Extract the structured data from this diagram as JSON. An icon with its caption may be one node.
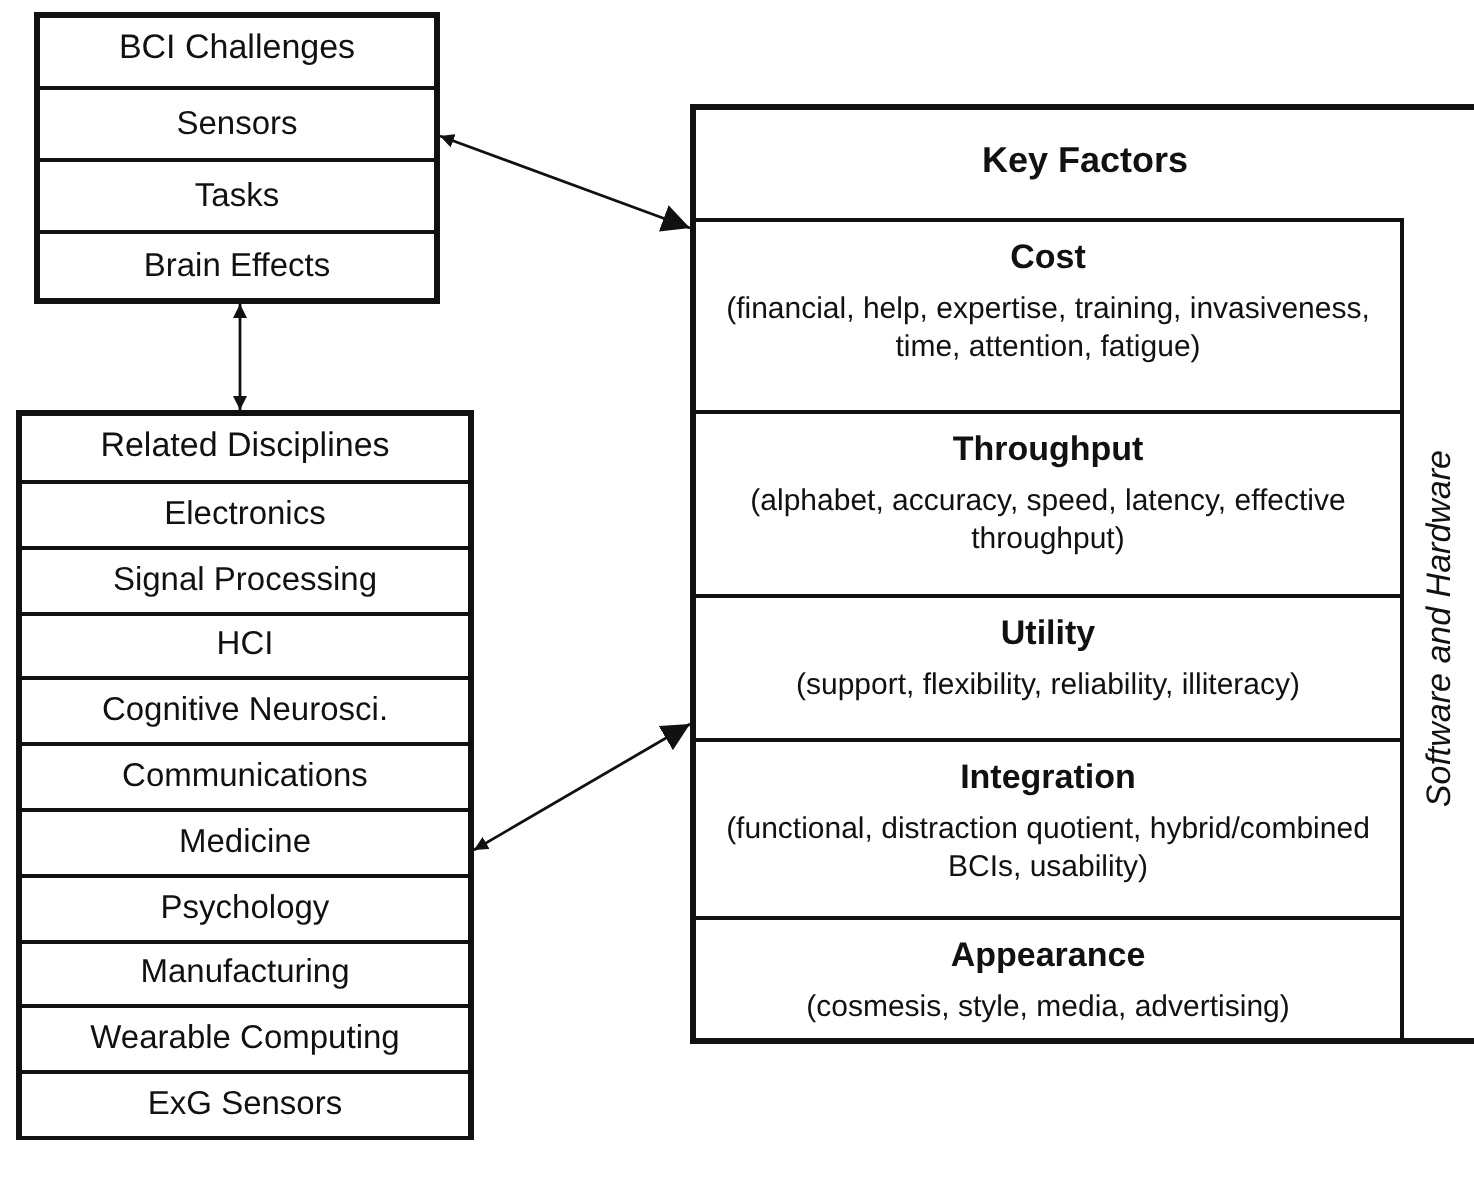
{
  "diagram": {
    "nodes": [
      {
        "text": [
          "BCI Challenges"
        ]
      },
      {
        "text": [
          "Sensors"
        ],
        "in": 0
      },
      {
        "text": [
          "Tasks"
        ],
        "in": 0
      },
      {
        "text": [
          "Brain Effects"
        ],
        "in": 0
      },
      {
        "text": [
          "Related Disciplines"
        ]
      },
      {
        "text": [
          "Electronics"
        ],
        "in": 4
      },
      {
        "text": [
          "Signal Processing"
        ],
        "in": 4
      },
      {
        "text": [
          "HCI"
        ],
        "in": 4
      },
      {
        "text": [
          "Cognitive Neurosci."
        ],
        "in": 4
      },
      {
        "text": [
          "Communications"
        ],
        "in": 4
      },
      {
        "text": [
          "Medicine"
        ],
        "in": 4
      },
      {
        "text": [
          "Psychology"
        ],
        "in": 4
      },
      {
        "text": [
          "Manufacturing"
        ],
        "in": 4
      },
      {
        "text": [
          "Wearable Computing"
        ],
        "in": 4
      },
      {
        "text": [
          "ExG Sensors"
        ],
        "in": 4
      },
      {
        "text": [
          "Key Factors"
        ]
      },
      {
        "text": [
          "Cost",
          "(financial, help, expertise, training, invasiveness, time, attention, fatigue)"
        ],
        "in": 15
      },
      {
        "text": [
          "Throughput",
          "(alphabet, accuracy, speed, latency, effective throughput)"
        ],
        "in": 15
      },
      {
        "text": [
          "Utility",
          "(support, flexibility, reliability, illiteracy)"
        ],
        "in": 15
      },
      {
        "text": [
          "Integration",
          "(functional, distraction quotient, hybrid/combined BCIs, usability)"
        ],
        "in": 15
      },
      {
        "text": [
          "Appearance",
          "(cosmesis, style, media, advertising)"
        ],
        "in": 15
      },
      {
        "text": [
          "Software and Hardware"
        ],
        "in": 15
      }
    ],
    "edges": [
      {
        "from": 0,
        "to": 4,
        "arrow": "both"
      },
      {
        "from": 0,
        "to": 15,
        "arrow": "both"
      },
      {
        "from": 4,
        "to": 15,
        "arrow": "both"
      }
    ]
  }
}
